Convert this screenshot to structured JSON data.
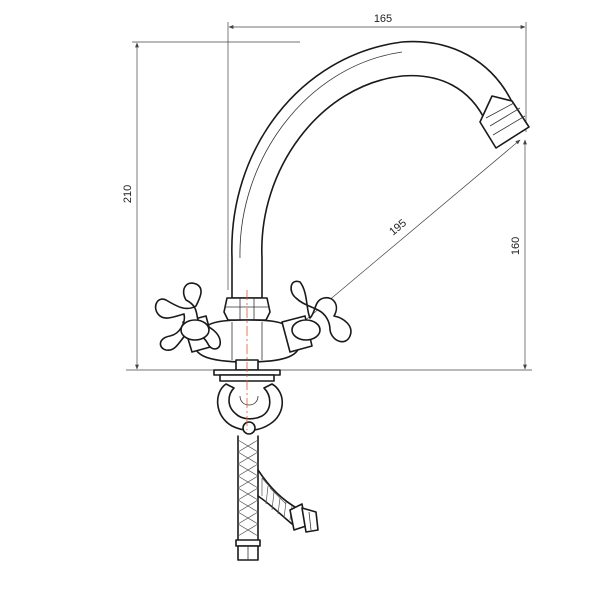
{
  "dimensions": {
    "width": "165",
    "height": "210",
    "reach": "195",
    "spout_height": "160"
  },
  "colors": {
    "line": "#1a1a1a",
    "dimension_line": "#444444",
    "center_line": "#e05a3a",
    "background": "#ffffff"
  }
}
